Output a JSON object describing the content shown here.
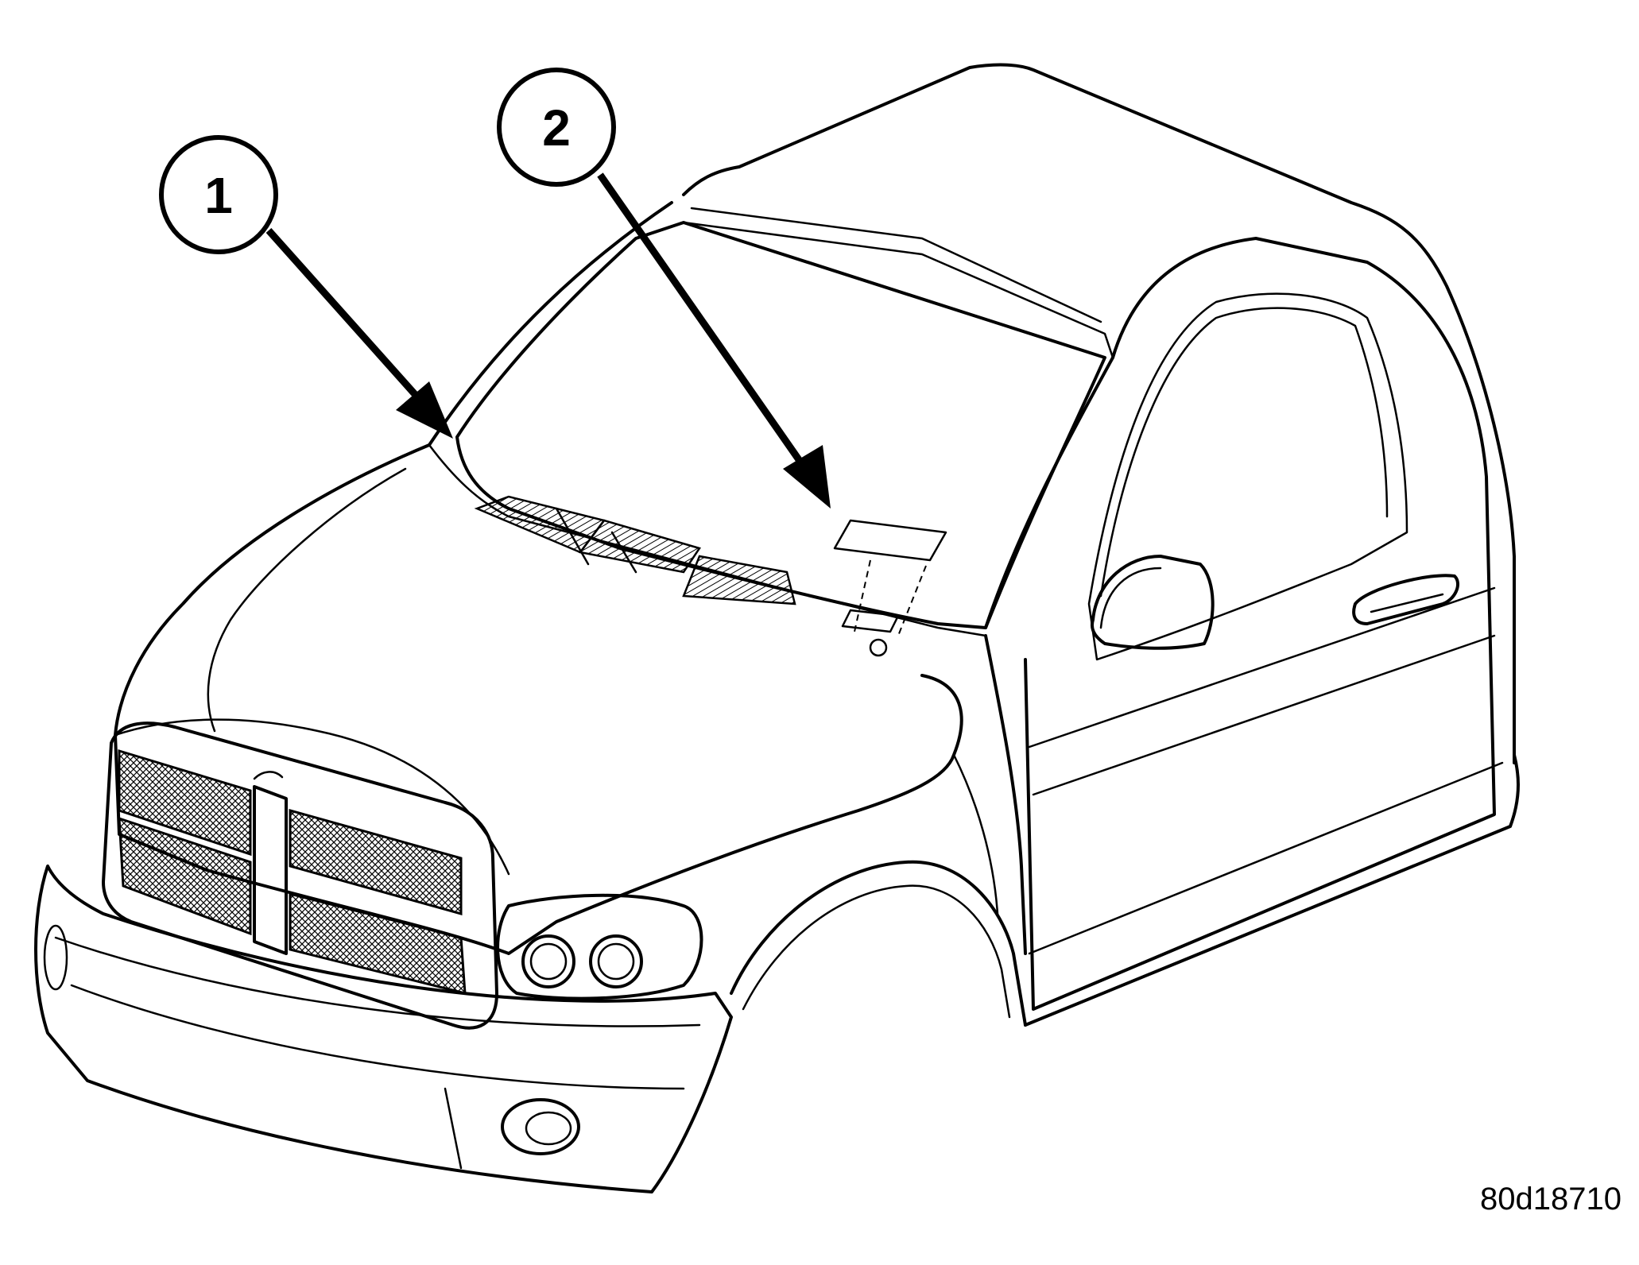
{
  "callouts": [
    {
      "label": "1"
    },
    {
      "label": "2"
    }
  ],
  "figure_id": "80d18710"
}
